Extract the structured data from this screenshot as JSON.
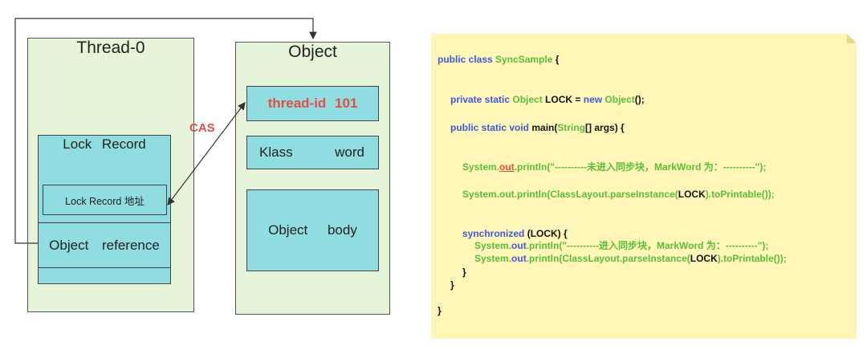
{
  "thread": {
    "title": "Thread-0",
    "lock_record_title": "Lock Record",
    "lock_record_address": "Lock Record 地址",
    "object_reference": "Object reference"
  },
  "object": {
    "title": "Object",
    "thread_id": "thread-id 101",
    "klass": "Klass",
    "word": "word",
    "body": "Object body"
  },
  "cas_label": "CAS",
  "code": {
    "l1_kw": "public class ",
    "l1_cls": "SyncSample",
    "l1_end": " {",
    "l2_kw": "private static ",
    "l2_cls": "Object",
    "l2_mid": " LOCK = ",
    "l2_new": "new ",
    "l2_cls2": "Object",
    "l2_end": "();",
    "l3_kw": "public static void ",
    "l3_mid": "main(",
    "l3_cls": "String",
    "l3_end": "[] args) {",
    "l4_a": "System.",
    "l4_out": "out",
    "l4_b": ".println(\"----------未进入同步块，MarkWord 为：----------\");",
    "l5_a": "System.out.println(ClassLayout.parseInstance(",
    "l5_lock": "LOCK",
    "l5_b": ").toPrintable());",
    "l6_kw": "synchronized",
    "l6_end": " (LOCK) {",
    "l7_a": "System.",
    "l7_out": "out",
    "l7_b": ".println(\"----------进入同步块，MarkWord 为：----------\");",
    "l8_a": "System.",
    "l8_out": "out",
    "l8_b": ".println(ClassLayout.parseInstance(",
    "l8_lock": "LOCK",
    "l8_c": ").toPrintable());",
    "close_inner": "}",
    "close_method": "}",
    "close_class": "}"
  },
  "colors": {
    "panel_green": "#e6f4da",
    "cyan": "#8fdde0",
    "red": "#e54d42",
    "note_bg": "#fff6b8",
    "keyword_blue": "#3d5adf",
    "class_green": "#57c03a"
  }
}
